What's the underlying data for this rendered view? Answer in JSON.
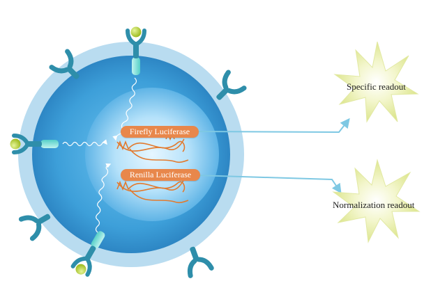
{
  "genes": {
    "firefly": "Firefly Luciferase",
    "renilla": "Renilla Luciferase"
  },
  "readouts": {
    "specific": "Specific readout",
    "normalization": "Normalization readout"
  },
  "colors": {
    "membrane_outer": "#b9dcf0",
    "cytoplasm": "#3d9fd9",
    "nucleus": "#8fd0f5",
    "receptor": "#2e8eaa",
    "receptor_stem": "#7fe3dd",
    "ligand": "#a6c51f",
    "luciferase_pill": "#e8874b",
    "dna": "#e27a2e",
    "burst": "#eef2b0",
    "arrow": "#7ec8e3"
  },
  "icons": {
    "receptor": "y-receptor-icon",
    "ligand": "ligand-ball-icon",
    "dna": "dna-strand-icon",
    "burst": "light-burst-icon"
  }
}
